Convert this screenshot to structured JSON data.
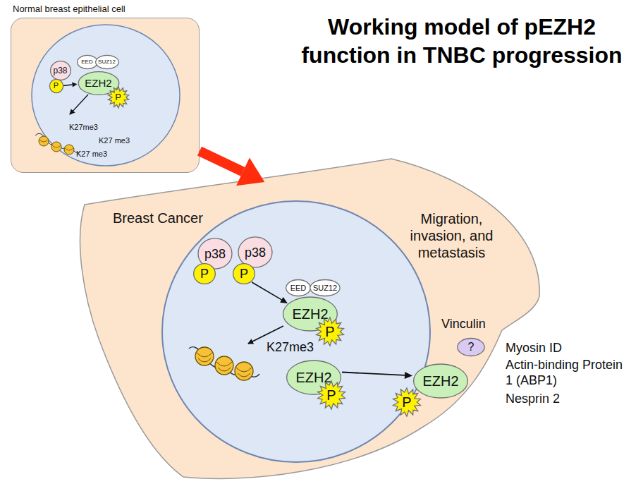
{
  "diagram": {
    "title": "Working model of pEZH2 function in TNBC progression",
    "nodes": [
      {
        "text": [
          "Normal breast epithelial cell"
        ]
      },
      {
        "text": [
          "p38"
        ],
        "in": 0
      },
      {
        "text": [
          "P"
        ],
        "in": 0
      },
      {
        "text": [
          "EED"
        ],
        "in": 0
      },
      {
        "text": [
          "SUZ12"
        ],
        "in": 0
      },
      {
        "text": [
          "EZH2"
        ],
        "in": 0
      },
      {
        "text": [
          "P"
        ],
        "in": 0
      },
      {
        "text": [
          "Breast Cancer"
        ]
      },
      {
        "text": [
          "p38"
        ],
        "in": 7
      },
      {
        "text": [
          "P"
        ],
        "in": 7
      },
      {
        "text": [
          "p38"
        ],
        "in": 7
      },
      {
        "text": [
          "P"
        ],
        "in": 7
      },
      {
        "text": [
          "EED"
        ],
        "in": 7
      },
      {
        "text": [
          "SUZ12"
        ],
        "in": 7
      },
      {
        "text": [
          "EZH2"
        ],
        "in": 7
      },
      {
        "text": [
          "P"
        ],
        "in": 7
      },
      {
        "text": [
          "EZH2"
        ],
        "in": 7
      },
      {
        "text": [
          "P"
        ],
        "in": 7
      },
      {
        "text": [
          "EZH2"
        ],
        "in": 7
      },
      {
        "text": [
          "P"
        ],
        "in": 7
      },
      {
        "text": [
          "?"
        ],
        "in": 7
      }
    ],
    "edges": [
      {
        "from": 0,
        "to": 7,
        "arrow": "to"
      },
      {
        "from": 2,
        "to": 5,
        "arrow": "to"
      },
      {
        "from": 11,
        "to": 14,
        "arrow": "to"
      },
      {
        "from": 16,
        "to": 18,
        "arrow": "to"
      }
    ],
    "labels": [
      "K27me3",
      "K27 me3",
      "K27 me3",
      "K27me3",
      "Migration, invasion, and metastasis",
      "Vinculin",
      "Myosin ID",
      "Actin-binding Protein 1 (ABP1)",
      "Nesprin 2"
    ]
  }
}
